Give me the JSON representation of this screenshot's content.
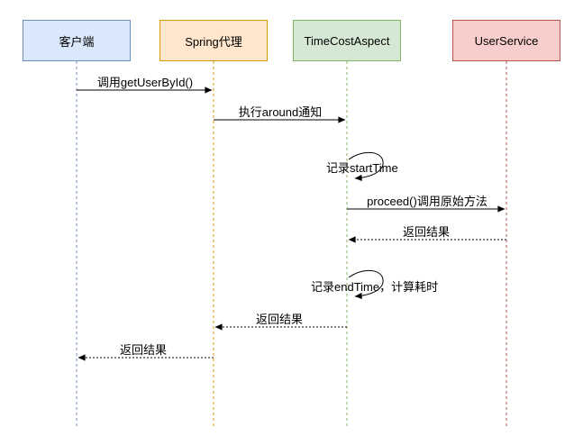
{
  "diagram": {
    "kind": "uml-sequence-diagram",
    "background_color": "#ffffff",
    "arrow_color": "#000000",
    "participants": [
      {
        "id": "client",
        "label": "客户端",
        "fill": "#dae8fc",
        "border": "#6c8ebf"
      },
      {
        "id": "spring-proxy",
        "label": "Spring代理",
        "fill": "#ffe6cc",
        "border": "#d79b00"
      },
      {
        "id": "time-cost-aspect",
        "label": "TimeCostAspect",
        "fill": "#d5e8d4",
        "border": "#82b366"
      },
      {
        "id": "user-service",
        "label": "UserService",
        "fill": "#f8cecc",
        "border": "#b85450"
      }
    ],
    "messages": [
      {
        "label": "调用getUserById()",
        "from": "客户端",
        "to": "Spring代理",
        "line": "solid",
        "kind": "call"
      },
      {
        "label": "执行around通知",
        "from": "Spring代理",
        "to": "TimeCostAspect",
        "line": "solid",
        "kind": "call"
      },
      {
        "label": "记录startTime",
        "from": "TimeCostAspect",
        "to": "TimeCostAspect",
        "line": "solid",
        "kind": "self-call"
      },
      {
        "label": "proceed()调用原始方法",
        "from": "TimeCostAspect",
        "to": "UserService",
        "line": "solid",
        "kind": "call"
      },
      {
        "label": "返回结果",
        "from": "UserService",
        "to": "TimeCostAspect",
        "line": "dashed",
        "kind": "return"
      },
      {
        "label": "记录endTime，计算耗时",
        "from": "TimeCostAspect",
        "to": "TimeCostAspect",
        "line": "solid",
        "kind": "self-call"
      },
      {
        "label": "返回结果",
        "from": "TimeCostAspect",
        "to": "Spring代理",
        "line": "dashed",
        "kind": "return"
      },
      {
        "label": "返回结果",
        "from": "Spring代理",
        "to": "客户端",
        "line": "dashed",
        "kind": "return"
      }
    ]
  }
}
